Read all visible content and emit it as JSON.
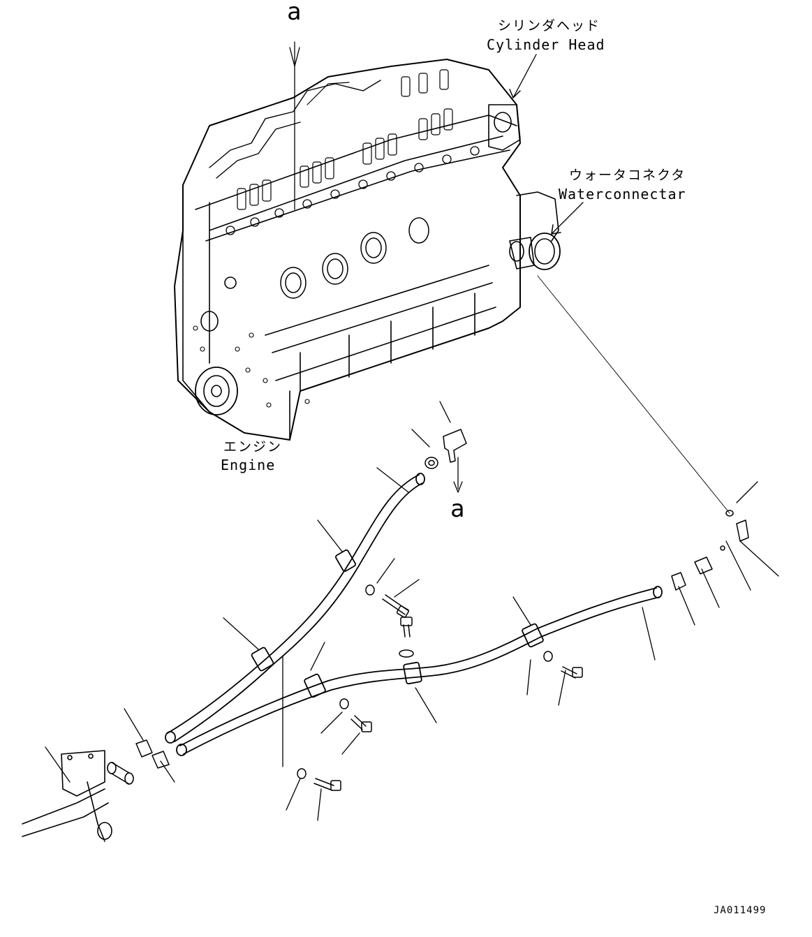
{
  "labels": {
    "cylinder_head": {
      "jp": "シリンダヘッド",
      "en": "Cylinder Head"
    },
    "water_connector": {
      "jp": "ウォータコネクタ",
      "en": "Waterconnectar"
    },
    "engine": {
      "jp": "エンジン",
      "en": "Engine"
    },
    "ref_top": "a",
    "ref_bottom": "a"
  },
  "drawing_code": "JA011499",
  "colors": {
    "line": "#000000",
    "background": "#ffffff"
  }
}
